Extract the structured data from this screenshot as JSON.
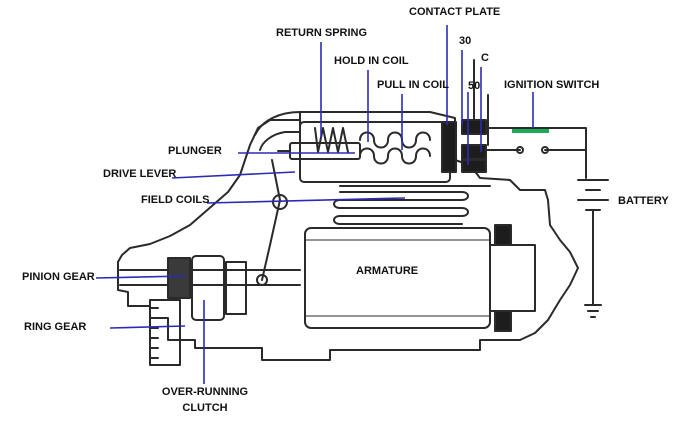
{
  "labels": {
    "contact_plate": "CONTACT PLATE",
    "return_spring": "RETURN SPRING",
    "terminal_30": "30",
    "hold_in_coil": "HOLD IN COIL",
    "terminal_c": "C",
    "pull_in_coil": "PULL IN COIL",
    "terminal_50": "50",
    "ignition_switch": "IGNITION SWITCH",
    "plunger": "PLUNGER",
    "drive_lever": "DRIVE LEVER",
    "field_coils": "FIELD COILS",
    "battery": "BATTERY",
    "armature": "ARMATURE",
    "pinion_gear": "PINION GEAR",
    "ring_gear": "RING GEAR",
    "over_running_clutch_line1": "OVER-RUNNING",
    "over_running_clutch_line2": "CLUTCH"
  },
  "colors": {
    "drawing": "#2a2a2a",
    "leader": "#2b2bb5",
    "switch_marker": "#1faa55"
  }
}
